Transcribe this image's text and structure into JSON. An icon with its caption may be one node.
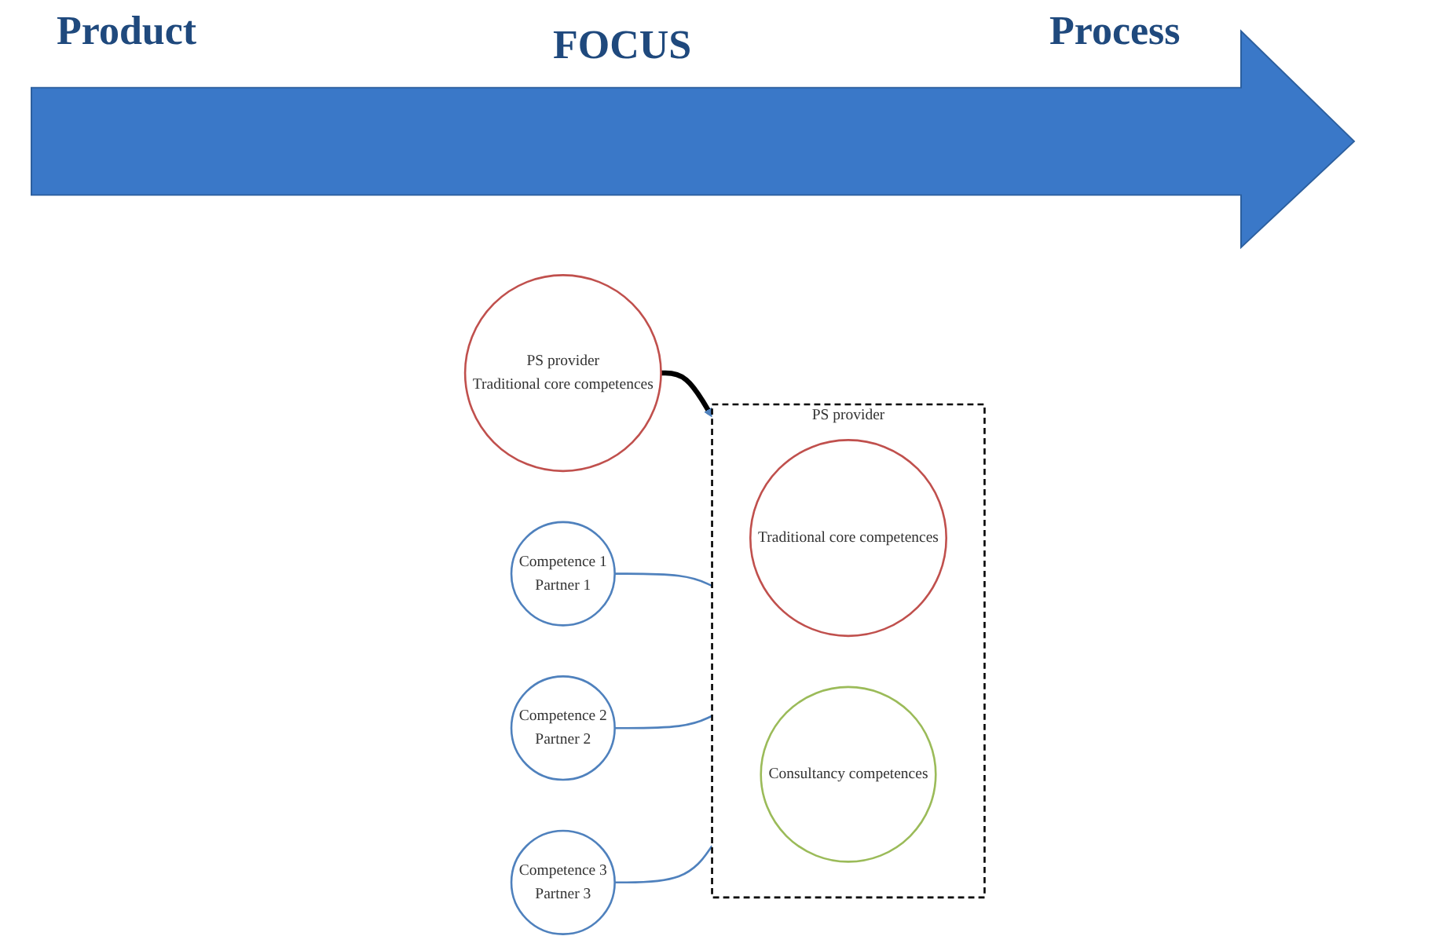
{
  "diagram": {
    "nodes": [
      {
        "text": [
          "PS provider",
          "Traditional core competences"
        ]
      },
      {
        "text": [
          "PS provider"
        ]
      },
      {
        "text": [
          "Traditional core competences"
        ],
        "in": 1
      },
      {
        "text": [
          "Consultancy competences"
        ],
        "in": 1
      },
      {
        "text": [
          "Competence 1",
          "Partner 1"
        ]
      },
      {
        "text": [
          "Competence 2",
          "Partner 2"
        ]
      },
      {
        "text": [
          "Competence 3",
          "Partner 3"
        ]
      }
    ],
    "edges": [
      {
        "from": 0,
        "to": 1,
        "arrow": "to",
        "style": "thick",
        "color": "#000000"
      },
      {
        "from": 4,
        "to": 1,
        "arrow": "none"
      },
      {
        "from": 5,
        "to": 1,
        "arrow": "none"
      },
      {
        "from": 6,
        "to": 1,
        "arrow": "none"
      }
    ],
    "labels": [
      "Product",
      "FOCUS",
      "Process"
    ]
  }
}
